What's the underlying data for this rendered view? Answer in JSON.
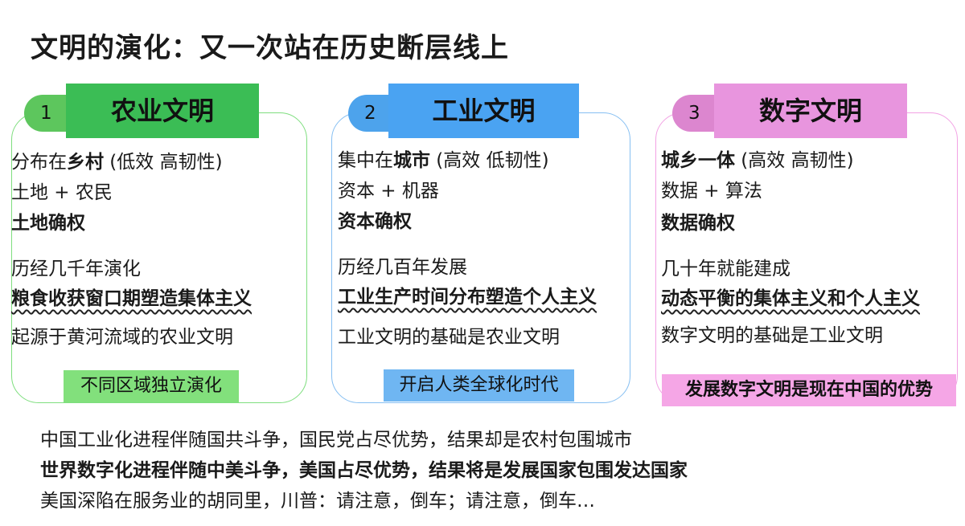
{
  "title": "文明的演化：又一次站在历史断层线上",
  "columns": [
    {
      "number": "1",
      "heading": "农业文明",
      "line1_pre": "分布在",
      "line1_bold": "乡村",
      "line1_post": " (低效 高韧性)",
      "line2": "土地 + 农民",
      "line3": "土地确权",
      "line4": "历经几千年演化",
      "line5": "粮食收获窗口期塑造集体主义",
      "line6": "起源于黄河流域的农业文明",
      "tag": "不同区域独立演化",
      "color": "#3bbd55"
    },
    {
      "number": "2",
      "heading": "工业文明",
      "line1_pre": "集中在",
      "line1_bold": "城市",
      "line1_post": " (高效 低韧性)",
      "line2": "资本 + 机器",
      "line3": "资本确权",
      "line4": "历经几百年发展",
      "line5": "工业生产时间分布塑造个人主义",
      "line6": "工业文明的基础是农业文明",
      "tag": "开启人类全球化时代",
      "color": "#4aa3f2"
    },
    {
      "number": "3",
      "heading": "数字文明",
      "line1_pre": "",
      "line1_bold": "城乡一体",
      "line1_post": " (高效 高韧性)",
      "line2": "数据 + 算法",
      "line3": "数据确权",
      "line4": "几十年就能建成",
      "line5": "动态平衡的集体主义和个人主义",
      "line6": "数字文明的基础是工业文明",
      "tag": "发展数字文明是现在中国的优势",
      "color": "#e895de"
    }
  ],
  "bottom": [
    "中国工业化进程伴随国共斗争，国民党占尽优势，结果却是农村包围城市",
    "世界数字化进程伴随中美斗争，美国占尽优势，结果将是发展国家包围发达国家",
    "美国深陷在服务业的胡同里，川普：请注意，倒车；请注意，倒车…"
  ]
}
